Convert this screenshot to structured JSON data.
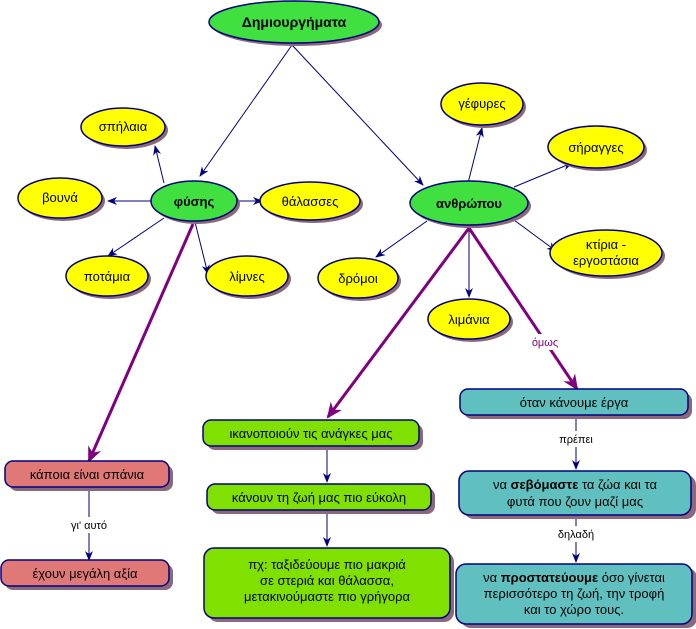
{
  "colors": {
    "root_fill": "#40e040",
    "leaf_fill": "#ffff00",
    "border": "#000080",
    "shadow": "#8a6a7a",
    "purple": "#800080",
    "navy": "#000080",
    "pink_box": "#e07878",
    "green_box": "#80e000",
    "teal_box": "#60c0c0"
  },
  "root": {
    "label": "Δημιουργήματα"
  },
  "nature": {
    "label": "φύσης",
    "children": [
      "σπήλαια",
      "βουνά",
      "θάλασσες",
      "ποτάμια",
      "λίμνες"
    ]
  },
  "human": {
    "label": "ανθρώπου",
    "children": [
      "γέφυρες",
      "σήραγγες",
      "κτίρια -",
      "εργοστάσια",
      "δρόμοι",
      "λιμάνια"
    ]
  },
  "left_chain": {
    "box1": "κάποια είναι σπάνια",
    "link": "γι' αυτό",
    "box2": "έχουν μεγάλη αξία"
  },
  "middle_chain": {
    "box1": "ικανοποιούν τις ανάγκες μας",
    "box2": "κάνουν τη ζωή μας πιο εύκολη",
    "box3_lines": [
      "πχ: ταξιδεύουμε πιο μακριά",
      "σε στεριά και θάλασσα,",
      "μετακινούμαστε πιο γρήγορα"
    ]
  },
  "right_chain": {
    "link0": "όμως",
    "box1": "όταν κάνουμε έργα",
    "link1": "πρέπει",
    "box2_l1_pre": "να ",
    "box2_l1_bold": "σεβόμαστε",
    "box2_l1_post": " τα ζώα και τα",
    "box2_l2": "φυτά που ζουν μαζί μας",
    "link2": "δηλαδή",
    "box3_l1_pre": "να ",
    "box3_l1_bold": "προστατεύουμε",
    "box3_l1_post": " όσο γίνεται",
    "box3_l2": "περισσότερο τη ζωή, την τροφή",
    "box3_l3": "και το χώρο τους."
  }
}
